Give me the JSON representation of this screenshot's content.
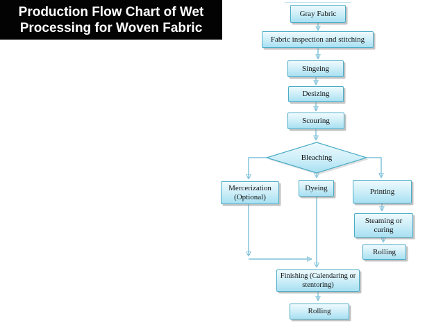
{
  "title": {
    "lines": [
      "Production Flow Chart of Wet",
      "Processing for Woven Fabric"
    ]
  },
  "flowchart": {
    "nodes": [
      {
        "id": "gray_fabric",
        "label": "Gray Fabric",
        "shape": "rect"
      },
      {
        "id": "inspection",
        "label": "Fabric inspection and stitching",
        "shape": "rect"
      },
      {
        "id": "singeing",
        "label": "Singeing",
        "shape": "rect"
      },
      {
        "id": "desizing",
        "label": "Desizing",
        "shape": "rect"
      },
      {
        "id": "scouring",
        "label": "Scouring",
        "shape": "rect"
      },
      {
        "id": "bleaching",
        "label": "Bleaching",
        "shape": "diamond"
      },
      {
        "id": "mercerization",
        "label": "Mercerization (Optional)",
        "shape": "rect"
      },
      {
        "id": "dyeing",
        "label": "Dyeing",
        "shape": "rect"
      },
      {
        "id": "printing",
        "label": "Printing",
        "shape": "rect"
      },
      {
        "id": "steaming",
        "label": "Steaming or curing",
        "shape": "rect"
      },
      {
        "id": "rolling_right",
        "label": "Rolling",
        "shape": "rect"
      },
      {
        "id": "finishing",
        "label": "Finishing (Calendaring or stentoring)",
        "shape": "rect"
      },
      {
        "id": "rolling_bottom",
        "label": "Rolling",
        "shape": "rect"
      }
    ],
    "edges": [
      {
        "from": "Gray Fabric",
        "to": "Fabric inspection and stitching"
      },
      {
        "from": "Fabric inspection and stitching",
        "to": "Singeing"
      },
      {
        "from": "Singeing",
        "to": "Desizing"
      },
      {
        "from": "Desizing",
        "to": "Scouring"
      },
      {
        "from": "Scouring",
        "to": "Bleaching"
      },
      {
        "from": "Bleaching",
        "to": "Mercerization (Optional)"
      },
      {
        "from": "Bleaching",
        "to": "Dyeing"
      },
      {
        "from": "Bleaching",
        "to": "Printing"
      },
      {
        "from": "Mercerization (Optional)",
        "to": "Finishing (Calendaring or stentoring)"
      },
      {
        "from": "Dyeing",
        "to": "Finishing (Calendaring or stentoring)"
      },
      {
        "from": "Printing",
        "to": "Steaming or curing"
      },
      {
        "from": "Steaming or curing",
        "to": "Rolling"
      },
      {
        "from": "Finishing (Calendaring or stentoring)",
        "to": "Rolling"
      }
    ],
    "colors": {
      "node_fill_top": "#eefafe",
      "node_fill_bottom": "#a8e0f2",
      "node_border": "#4bacc6",
      "connector_line": "#63b3d1",
      "arrowhead": "#2d84a4",
      "shadow": "#919191",
      "title_background": "#030303",
      "title_text": "#ffffff"
    }
  }
}
